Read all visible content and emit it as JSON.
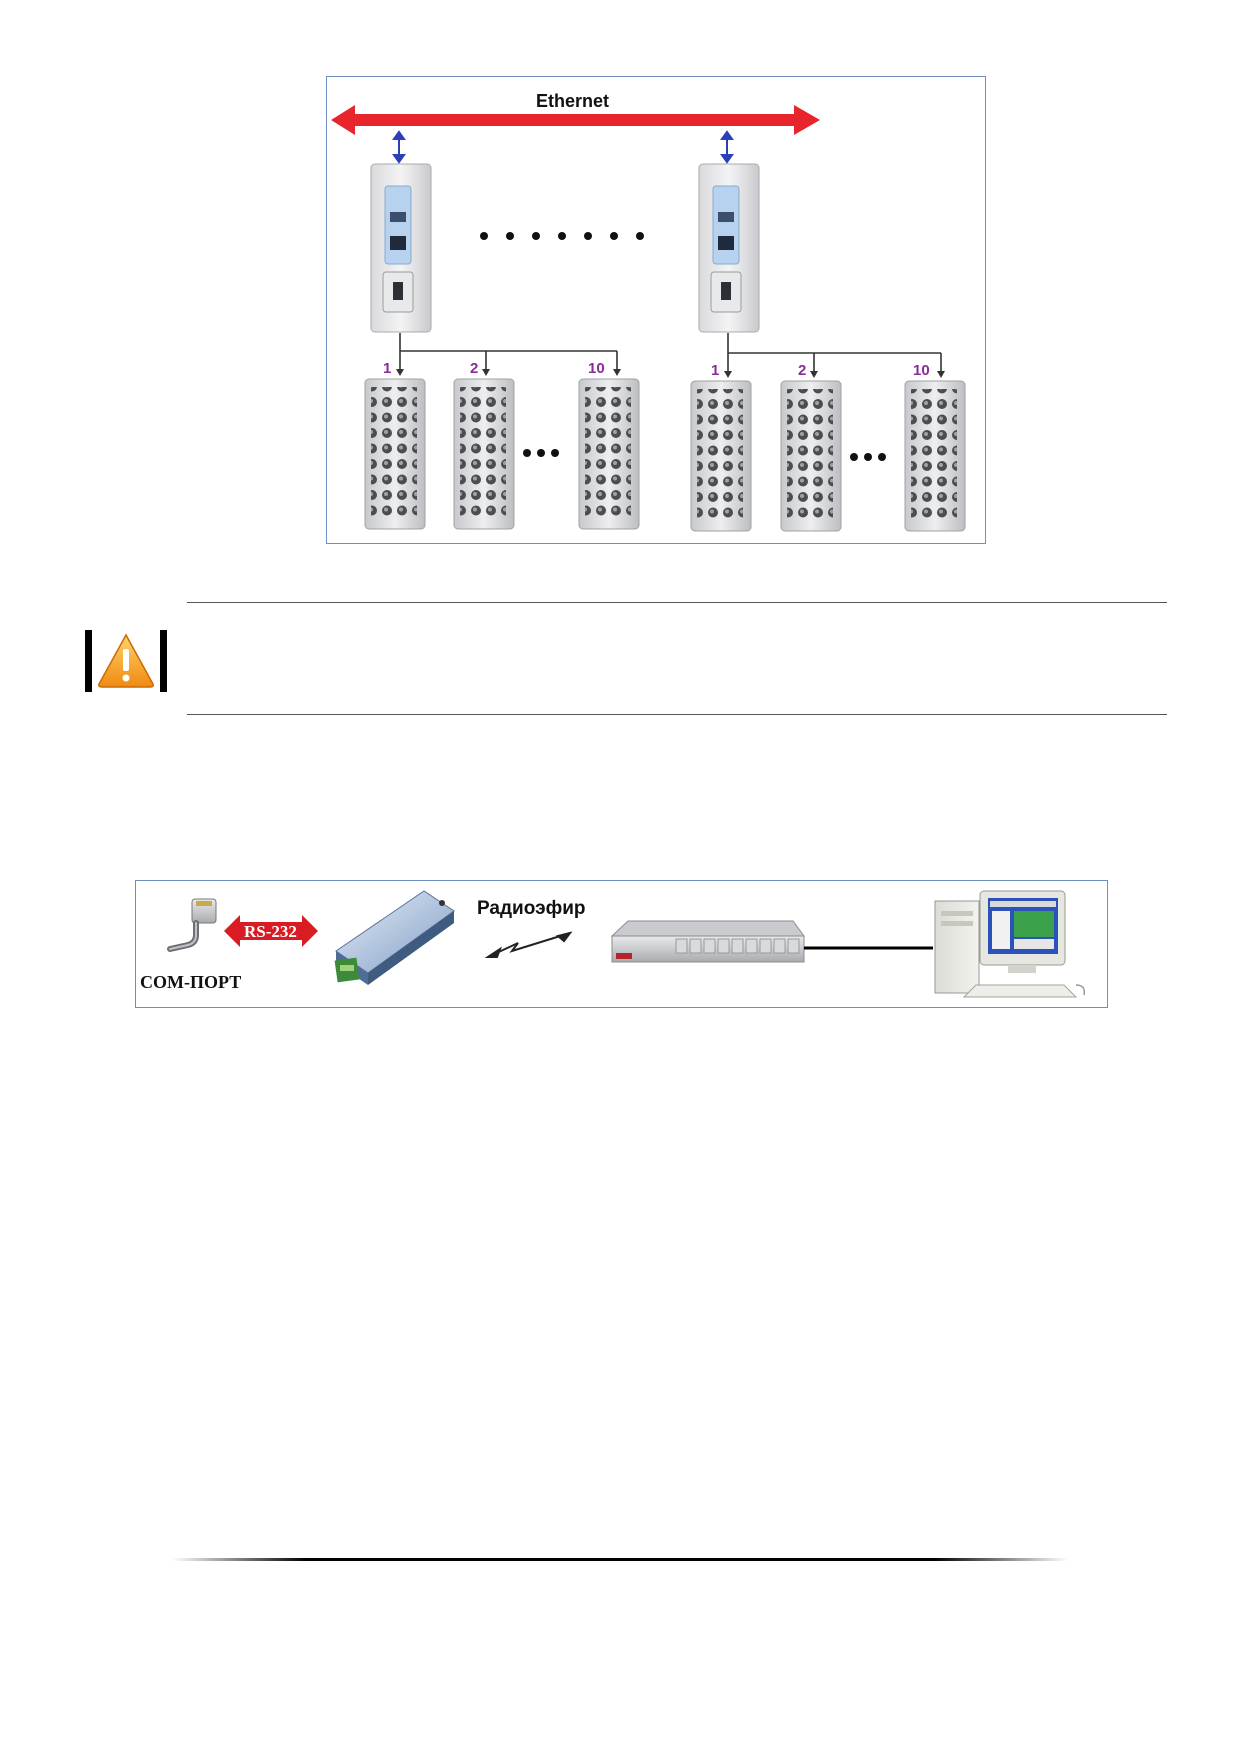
{
  "figure1": {
    "network_label": "Ethernet",
    "left_group_numbers": [
      "1",
      "2",
      "10"
    ],
    "right_group_numbers": [
      "1",
      "2",
      "10"
    ]
  },
  "figure2": {
    "rs_label": "RS-232",
    "com_port_label": "COM-ПОРТ",
    "radio_label": "Радиоэфир"
  },
  "colors": {
    "ethernet_arrow": "#e8242c",
    "link_arrow": "#2a3fb8",
    "number_label": "#8a2c9a",
    "frame_border": "#6f8fbf",
    "warning_fill": "#f39a1e"
  },
  "icons": {
    "warning": "warning-icon",
    "controller": "controller-device-icon",
    "expansion": "expansion-module-icon",
    "serial": "serial-connector-icon",
    "radio_modem": "radio-modem-icon",
    "radio_link": "radio-link-icon",
    "receiver": "receiver-unit-icon",
    "computer": "computer-icon"
  }
}
